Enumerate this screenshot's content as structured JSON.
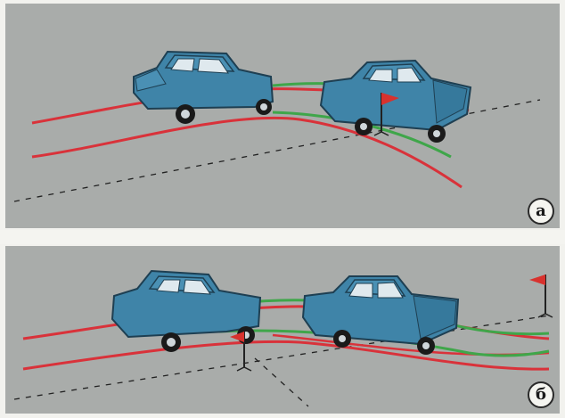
{
  "panels": [
    {
      "id": "a",
      "label": "а"
    },
    {
      "id": "b",
      "label": "б"
    }
  ],
  "colors": {
    "road": "#a9acaa",
    "car_body": "#3f84a8",
    "car_roof": "#4a90b4",
    "car_shadow": "#2a5f7e",
    "window": "#dfe9ee",
    "trajectory_red": "#d9323a",
    "trajectory_green": "#3fa64a",
    "lane_marking": "#222222",
    "flag": "#d8322e"
  },
  "icons": [
    "car-icon",
    "flag-icon"
  ]
}
